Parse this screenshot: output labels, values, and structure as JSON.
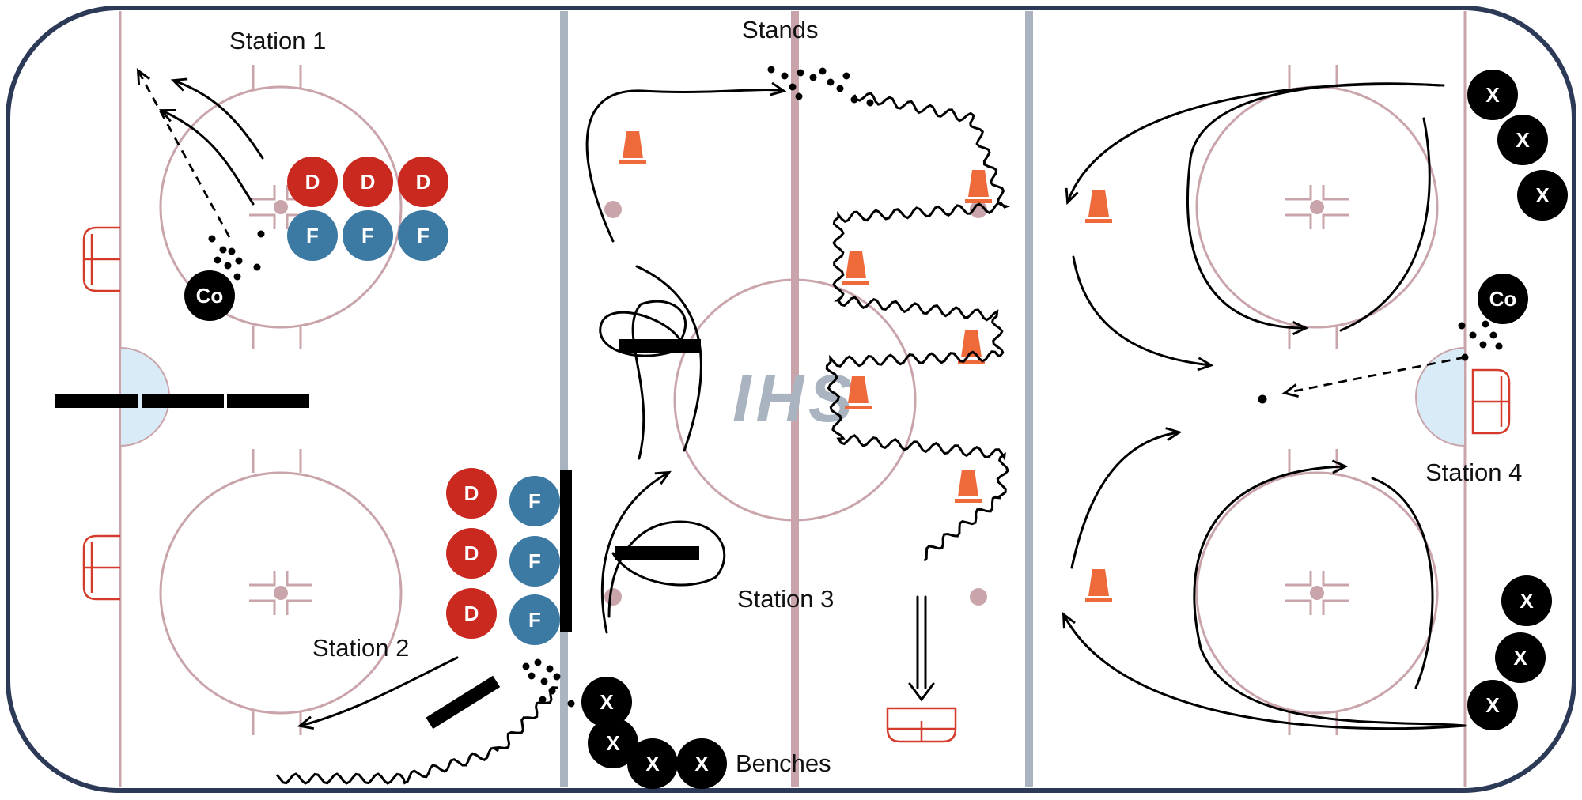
{
  "colors": {
    "boards": "#2c3a57",
    "lines": "#c9a4aa",
    "blue_line": "#aab4c0",
    "crease": "#d9ebf7",
    "net": "#d43b2a",
    "cone": "#ee6a3b",
    "defense": "#c9291f",
    "forward": "#3d7aa3",
    "player": "#000000",
    "logo": "#aab4c0"
  },
  "labels": {
    "station_1": "Station 1",
    "station_2": "Station 2",
    "station_3": "Station 3",
    "station_4": "Station 4",
    "stands": "Stands",
    "benches": "Benches"
  },
  "logo_text": "IHS",
  "tokens": {
    "defense": "D",
    "forward": "F",
    "coach": "Co",
    "player": "X"
  },
  "icons": {
    "cone": "cone-icon",
    "net": "net-icon",
    "puck": "puck-icon",
    "player": "player-icon",
    "coach": "coach-icon"
  }
}
